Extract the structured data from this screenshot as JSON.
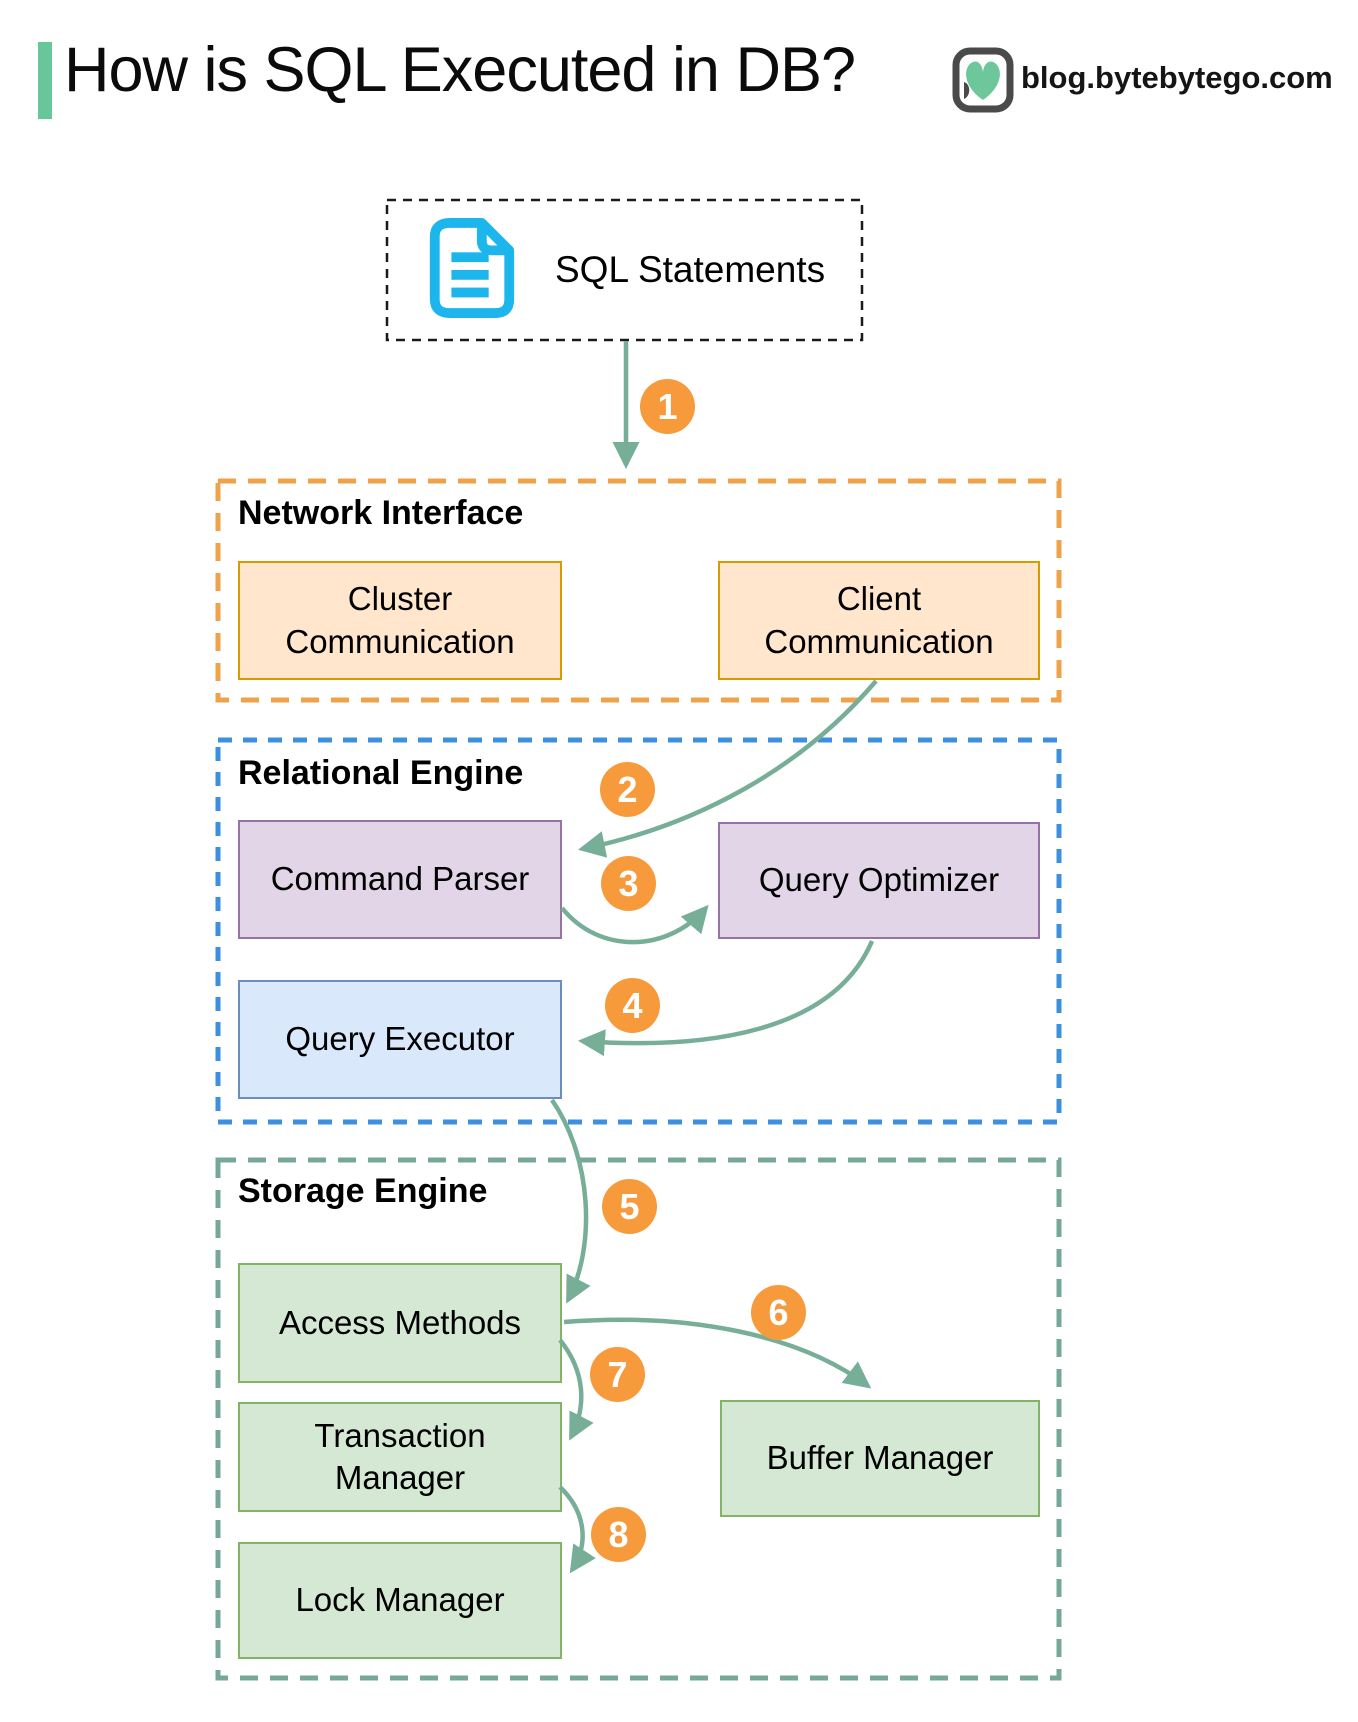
{
  "header": {
    "title": "How is SQL Executed in DB?",
    "site": "blog.bytebytego.com"
  },
  "sql": {
    "label": "SQL Statements"
  },
  "sections": {
    "network": {
      "title": "Network Interface",
      "cluster": "Cluster Communication",
      "client": "Client Communication"
    },
    "relational": {
      "title": "Relational Engine",
      "parser": "Command Parser",
      "optimizer": "Query Optimizer",
      "executor": "Query Executor"
    },
    "storage": {
      "title": "Storage Engine",
      "access": "Access Methods",
      "transaction": "Transaction Manager",
      "lock": "Lock Manager",
      "buffer": "Buffer Manager"
    }
  },
  "steps": [
    "1",
    "2",
    "3",
    "4",
    "5",
    "6",
    "7",
    "8"
  ],
  "colors": {
    "accent_bar": "#68C69B",
    "arrow": "#76AE97",
    "step_badge": "#F79A3B",
    "sql_icon": "#1CB5EC",
    "sql_box_border": "#1A1A1A",
    "network_border": "#F0A24B",
    "network_box_fill": "#FFE6CC",
    "network_box_border": "#D79B00",
    "relational_border": "#3D8FE0",
    "parser_fill": "#E1D5E7",
    "parser_border": "#9673A6",
    "executor_fill": "#DAE8FC",
    "executor_border": "#6C8EBF",
    "storage_border": "#75A898",
    "storage_box_fill": "#D5E8D4",
    "storage_box_border": "#82B366"
  }
}
